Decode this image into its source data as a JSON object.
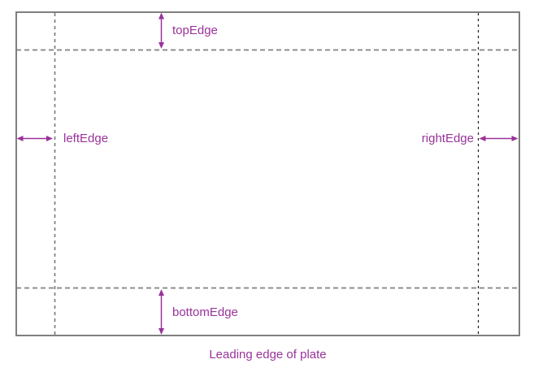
{
  "diagram": {
    "labels": {
      "topEdge": "topEdge",
      "leftEdge": "leftEdge",
      "rightEdge": "rightEdge",
      "bottomEdge": "bottomEdge"
    },
    "caption": "Leading edge of plate",
    "colors": {
      "accent_purple": "#993399",
      "plate_border_gray": "#7f7f7f",
      "dashed_gray": "#808080",
      "dashed_dark": "#1a1a1a",
      "background": "#ffffff"
    }
  }
}
